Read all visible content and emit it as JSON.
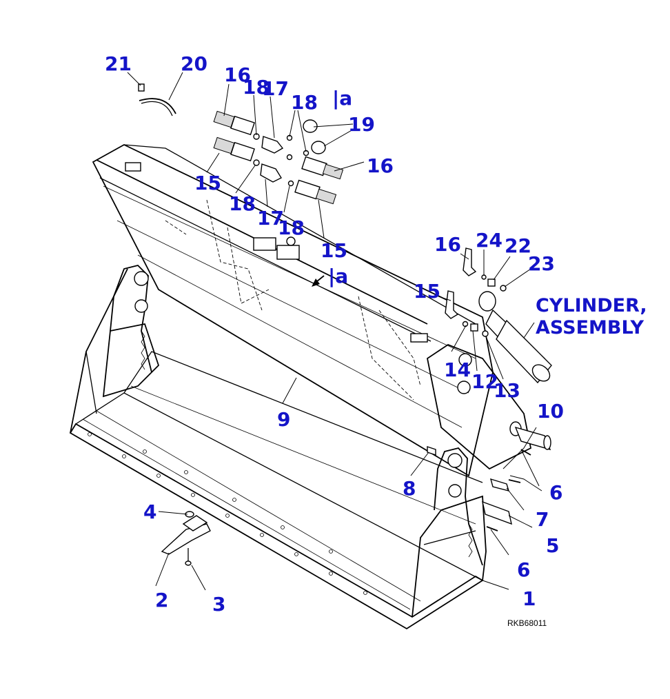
{
  "drawing_ref": "RKB68011",
  "callouts": {
    "c21": "21",
    "c20": "20",
    "c16a": "16",
    "c18a": "18",
    "c17a": "17",
    "c18b": "18",
    "c_a1": "|a",
    "c19": "19",
    "c15a": "15",
    "c16b": "16",
    "c18c": "18",
    "c17b": "17",
    "c18d": "18",
    "c15b": "15",
    "c_a2": "|a",
    "c16c": "16",
    "c24": "24",
    "c22": "22",
    "c23": "23",
    "c15c": "15",
    "c14": "14",
    "c12": "12",
    "c13": "13",
    "cyl1": "CYLINDER,",
    "cyl2": "ASSEMBLY",
    "c9": "9",
    "c10": "10",
    "c8": "8",
    "c6a": "6",
    "c7": "7",
    "c5": "5",
    "c6b": "6",
    "c4": "4",
    "c2": "2",
    "c3": "3",
    "c1": "1"
  },
  "colors": {
    "callout": "#1414c8",
    "line": "#000000",
    "background": "#ffffff"
  }
}
